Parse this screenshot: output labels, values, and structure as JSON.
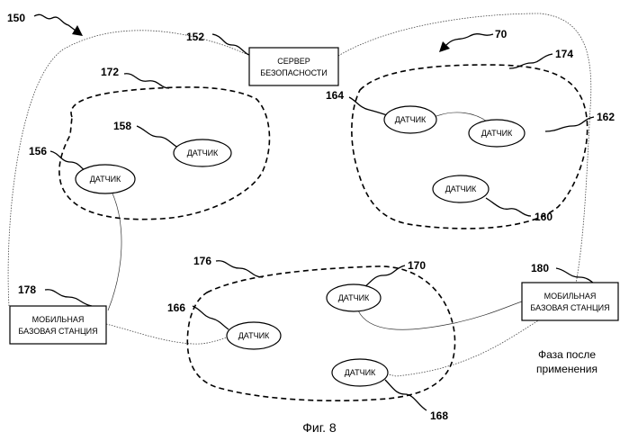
{
  "figure": {
    "caption": "Фиг. 8",
    "note_line1": "Фаза после",
    "note_line2": "применения"
  },
  "server": {
    "line1": "СЕРВЕР",
    "line2": "БЕЗОПАСНОСТИ",
    "ref": "152"
  },
  "stations": {
    "left": {
      "line1": "МОБИЛЬНАЯ",
      "line2": "БАЗОВАЯ СТАНЦИЯ",
      "ref": "178"
    },
    "right": {
      "line1": "МОБИЛЬНАЯ",
      "line2": "БАЗОВАЯ СТАНЦИЯ",
      "ref": "180"
    }
  },
  "clusters": {
    "c172": {
      "ref": "172"
    },
    "c174": {
      "ref": "174"
    },
    "c176": {
      "ref": "176"
    }
  },
  "sensors": {
    "s156": {
      "label": "ДАТЧИК",
      "ref": "156"
    },
    "s158": {
      "label": "ДАТЧИК",
      "ref": "158"
    },
    "s164": {
      "label": "ДАТЧИК",
      "ref": "164"
    },
    "s162": {
      "label": "ДАТЧИК",
      "ref": "162"
    },
    "s160": {
      "label": "ДАТЧИК",
      "ref": "160"
    },
    "s166": {
      "label": "ДАТЧИК",
      "ref": "166"
    },
    "s170": {
      "label": "ДАТЧИК",
      "ref": "170"
    },
    "s168": {
      "label": "ДАТЧИК",
      "ref": "168"
    }
  },
  "refs": {
    "system": "150",
    "network": "70"
  }
}
